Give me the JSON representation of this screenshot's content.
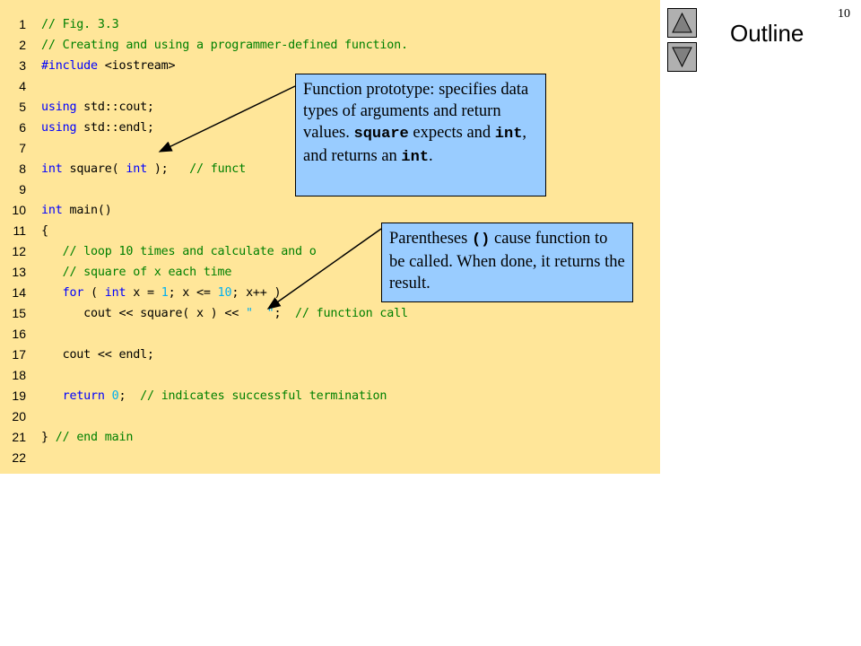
{
  "page_number": "10",
  "outline_label": "Outline",
  "code_lines": [
    {
      "no": "1",
      "segments": [
        {
          "t": "// Fig. 3.3",
          "c": "cm"
        }
      ]
    },
    {
      "no": "2",
      "segments": [
        {
          "t": "// Creating and using a programmer-defined function.",
          "c": "cm"
        }
      ]
    },
    {
      "no": "3",
      "segments": [
        {
          "t": "#include ",
          "c": "kw"
        },
        {
          "t": "<iostream>",
          "c": ""
        }
      ]
    },
    {
      "no": "4",
      "segments": []
    },
    {
      "no": "5",
      "segments": [
        {
          "t": "using",
          "c": "kw"
        },
        {
          "t": " std::cout;",
          "c": ""
        }
      ]
    },
    {
      "no": "6",
      "segments": [
        {
          "t": "using",
          "c": "kw"
        },
        {
          "t": " std::endl;",
          "c": ""
        }
      ]
    },
    {
      "no": "7",
      "segments": []
    },
    {
      "no": "8",
      "segments": [
        {
          "t": "int",
          "c": "kw"
        },
        {
          "t": " square( ",
          "c": ""
        },
        {
          "t": "int",
          "c": "kw"
        },
        {
          "t": " );   ",
          "c": ""
        },
        {
          "t": "// funct",
          "c": "cm"
        }
      ]
    },
    {
      "no": "9",
      "segments": []
    },
    {
      "no": "10",
      "segments": [
        {
          "t": "int",
          "c": "kw"
        },
        {
          "t": " main()",
          "c": ""
        }
      ]
    },
    {
      "no": "11",
      "segments": [
        {
          "t": "{",
          "c": ""
        }
      ]
    },
    {
      "no": "12",
      "segments": [
        {
          "t": "   // loop 10 times and calculate and o",
          "c": "cm"
        }
      ]
    },
    {
      "no": "13",
      "segments": [
        {
          "t": "   // square of x each time",
          "c": "cm"
        }
      ]
    },
    {
      "no": "14",
      "segments": [
        {
          "t": "   ",
          "c": ""
        },
        {
          "t": "for",
          "c": "kw"
        },
        {
          "t": " ( ",
          "c": ""
        },
        {
          "t": "int",
          "c": "kw"
        },
        {
          "t": " x = ",
          "c": ""
        },
        {
          "t": "1",
          "c": "num"
        },
        {
          "t": "; x <= ",
          "c": ""
        },
        {
          "t": "10",
          "c": "num"
        },
        {
          "t": "; x++ )",
          "c": ""
        }
      ]
    },
    {
      "no": "15",
      "segments": [
        {
          "t": "      cout << square( x ) << ",
          "c": ""
        },
        {
          "t": "\"  \"",
          "c": "num"
        },
        {
          "t": ";  ",
          "c": ""
        },
        {
          "t": "// function call",
          "c": "cm"
        }
      ]
    },
    {
      "no": "16",
      "segments": []
    },
    {
      "no": "17",
      "segments": [
        {
          "t": "   cout << endl;",
          "c": ""
        }
      ]
    },
    {
      "no": "18",
      "segments": []
    },
    {
      "no": "19",
      "segments": [
        {
          "t": "   ",
          "c": ""
        },
        {
          "t": "return",
          "c": "kw"
        },
        {
          "t": " ",
          "c": ""
        },
        {
          "t": "0",
          "c": "num"
        },
        {
          "t": ";  ",
          "c": ""
        },
        {
          "t": "// indicates successful termination",
          "c": "cm"
        }
      ]
    },
    {
      "no": "20",
      "segments": []
    },
    {
      "no": "21",
      "segments": [
        {
          "t": "} ",
          "c": ""
        },
        {
          "t": "// end main",
          "c": "cm"
        }
      ]
    },
    {
      "no": "22",
      "segments": []
    }
  ],
  "callout_prototype": {
    "text_1": "Function prototype: specifies data types of arguments and return values. ",
    "code_1": "square",
    "text_2": " expects and ",
    "code_2": "int",
    "text_3": ", and returns an ",
    "code_3": "int",
    "text_4": "."
  },
  "callout_call": {
    "text_1": "Parentheses ",
    "code_1": "()",
    "text_2": " cause function to be called. When done, it returns the result."
  },
  "colors": {
    "code_background": "#ffe699",
    "callout_background": "#99ccff",
    "keyword": "#0000ff",
    "comment": "#008000",
    "literal": "#00b0f0",
    "nav_button": "#b0b0b0"
  },
  "icons": {
    "prev": "triangle-up-icon",
    "next": "triangle-down-icon"
  }
}
